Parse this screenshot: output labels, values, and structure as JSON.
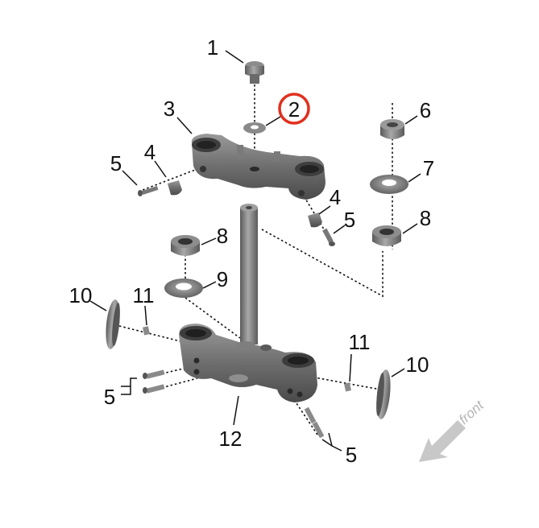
{
  "diagram": {
    "callouts": {
      "c1": "1",
      "c2": "2",
      "c3": "3",
      "c4a": "4",
      "c4b": "4",
      "c5a": "5",
      "c5b": "5",
      "c5c": "5",
      "c5d": "5",
      "c6": "6",
      "c7": "7",
      "c8a": "8",
      "c8b": "8",
      "c9": "9",
      "c10a": "10",
      "c10b": "10",
      "c11a": "11",
      "c11b": "11",
      "c12": "12"
    },
    "highlighted_callout": "2",
    "highlight_color": "#e0301e",
    "direction_label": "front"
  }
}
